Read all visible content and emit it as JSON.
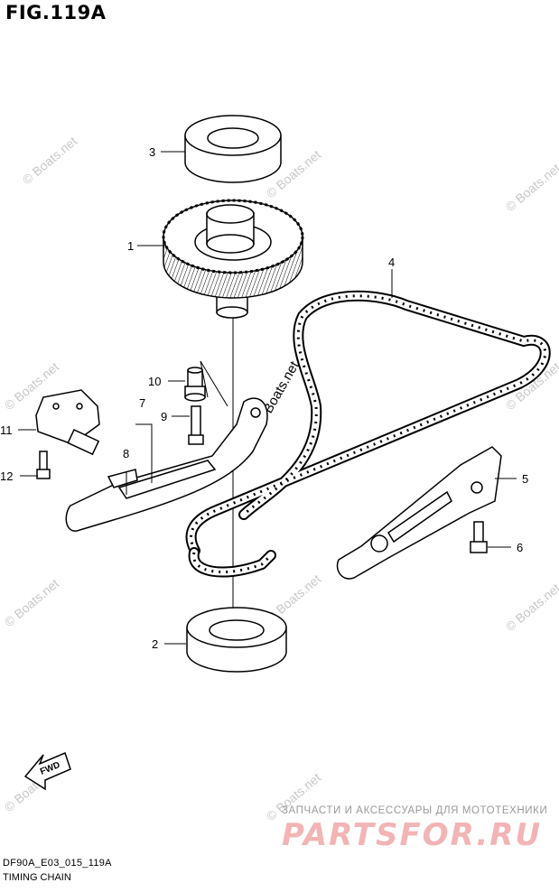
{
  "figure_title": "FIG.119A",
  "parts": [
    {
      "number": "1",
      "label": "1"
    },
    {
      "number": "2",
      "label": "2"
    },
    {
      "number": "3",
      "label": "3"
    },
    {
      "number": "4",
      "label": "4"
    },
    {
      "number": "5",
      "label": "5"
    },
    {
      "number": "6",
      "label": "6"
    },
    {
      "number": "7",
      "label": "7"
    },
    {
      "number": "8",
      "label": "8"
    },
    {
      "number": "9",
      "label": "9"
    },
    {
      "number": "10",
      "label": "10"
    },
    {
      "number": "11",
      "label": "11"
    },
    {
      "number": "12",
      "label": "12"
    }
  ],
  "direction_label": "FWD",
  "watermark": "© Boats.net",
  "diagram_code": "DF90A_E03_015_119A",
  "diagram_name": "TIMING CHAIN",
  "promo_text": "ЗАПЧАСТИ И АКСЕССУАРЫ ДЛЯ МОТОТЕХНИКИ",
  "logo_text": "PARTSFOR.RU"
}
